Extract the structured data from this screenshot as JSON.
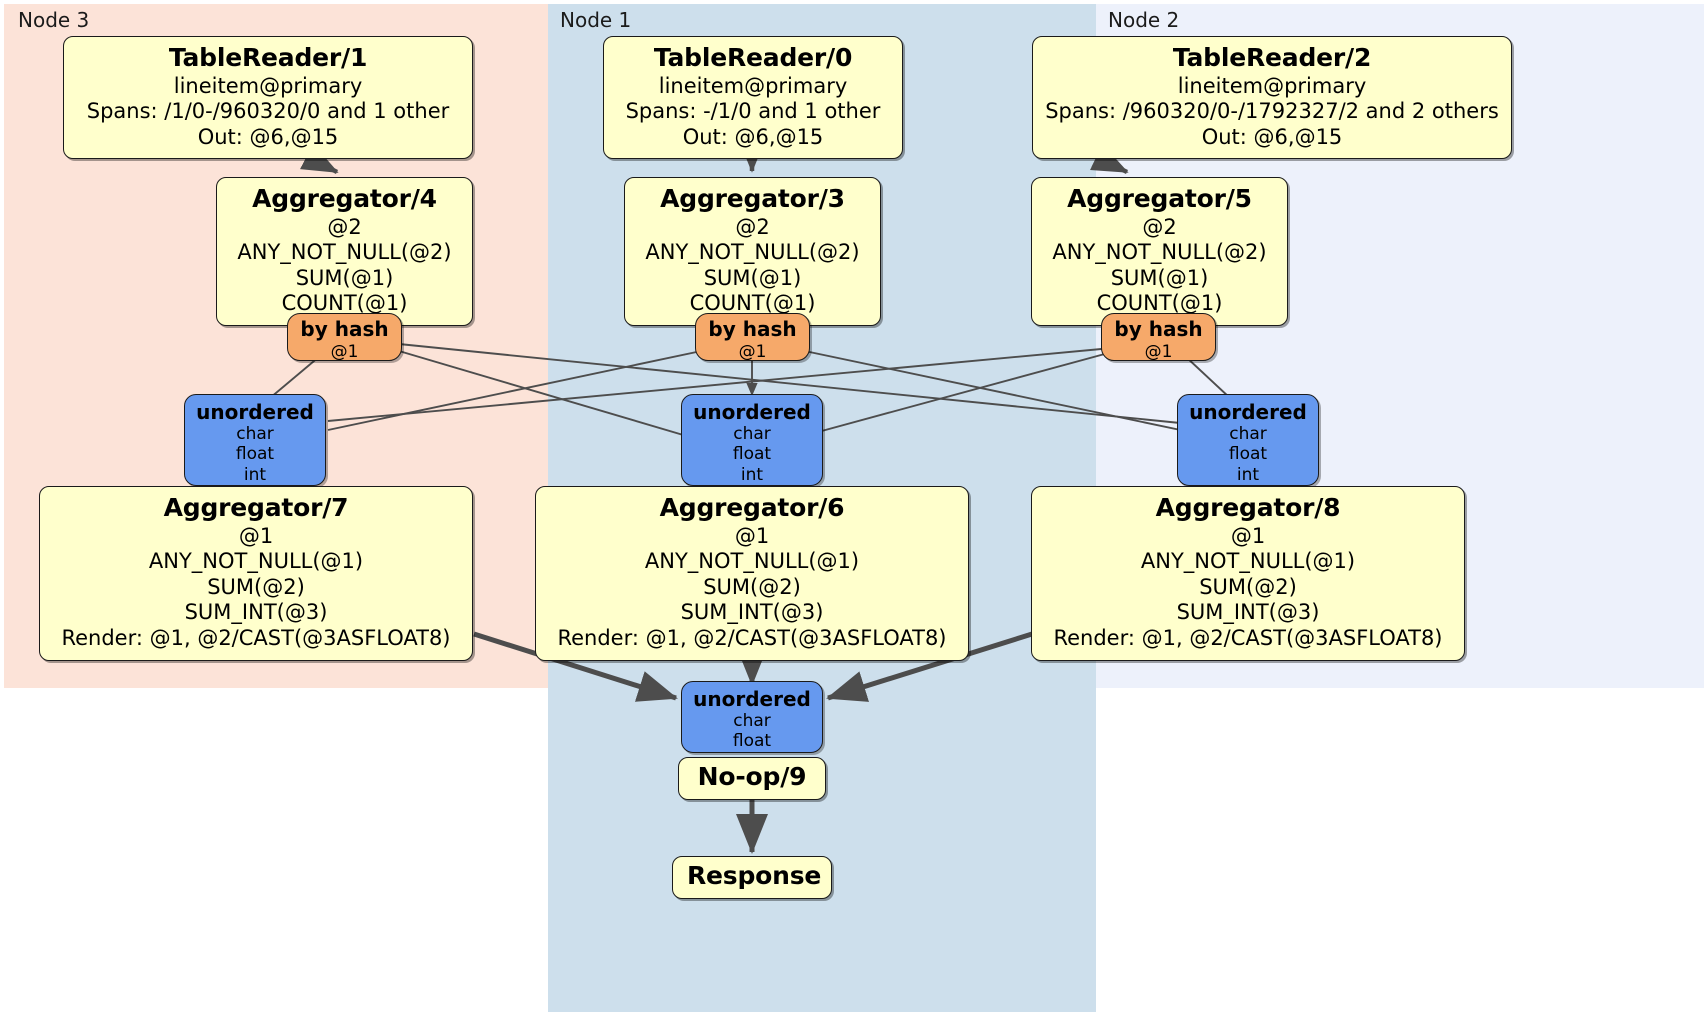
{
  "diagram": {
    "title": "Distributed SQL query physical plan",
    "colors": {
      "node3_bg": "#fce3d8",
      "node1_bg": "#cddfec",
      "node2_bg": "#edf1fb",
      "processor_bg": "#ffffcc",
      "router_bg": "#f6a96a",
      "receiver_bg": "#6699ef",
      "edge": "#4d4d4d",
      "border": "#1a1a1a"
    }
  },
  "regions": [
    {
      "id": "node3",
      "label": "Node 3"
    },
    {
      "id": "node1",
      "label": "Node 1"
    },
    {
      "id": "node2",
      "label": "Node 2"
    }
  ],
  "processors": {
    "tablereader1": {
      "title": "TableReader/1",
      "lines": [
        "lineitem@primary",
        "Spans: /1/0-/960320/0 and 1 other",
        "Out: @6,@15"
      ]
    },
    "tablereader0": {
      "title": "TableReader/0",
      "lines": [
        "lineitem@primary",
        "Spans: -/1/0 and 1 other",
        "Out: @6,@15"
      ]
    },
    "tablereader2": {
      "title": "TableReader/2",
      "lines": [
        "lineitem@primary",
        "Spans: /960320/0-/1792327/2 and 2 others",
        "Out: @6,@15"
      ]
    },
    "aggregator4": {
      "title": "Aggregator/4",
      "lines": [
        "@2",
        "ANY_NOT_NULL(@2)",
        "SUM(@1)",
        "COUNT(@1)"
      ]
    },
    "aggregator3": {
      "title": "Aggregator/3",
      "lines": [
        "@2",
        "ANY_NOT_NULL(@2)",
        "SUM(@1)",
        "COUNT(@1)"
      ]
    },
    "aggregator5": {
      "title": "Aggregator/5",
      "lines": [
        "@2",
        "ANY_NOT_NULL(@2)",
        "SUM(@1)",
        "COUNT(@1)"
      ]
    },
    "aggregator7": {
      "title": "Aggregator/7",
      "lines": [
        "@1",
        "ANY_NOT_NULL(@1)",
        "SUM(@2)",
        "SUM_INT(@3)",
        "Render: @1, @2/CAST(@3ASFLOAT8)"
      ]
    },
    "aggregator6": {
      "title": "Aggregator/6",
      "lines": [
        "@1",
        "ANY_NOT_NULL(@1)",
        "SUM(@2)",
        "SUM_INT(@3)",
        "Render: @1, @2/CAST(@3ASFLOAT8)"
      ]
    },
    "aggregator8": {
      "title": "Aggregator/8",
      "lines": [
        "@1",
        "ANY_NOT_NULL(@1)",
        "SUM(@2)",
        "SUM_INT(@3)",
        "Render: @1, @2/CAST(@3ASFLOAT8)"
      ]
    },
    "noop9": {
      "title": "No-op/9",
      "lines": []
    },
    "response": {
      "title": "Response",
      "lines": []
    }
  },
  "routers": {
    "hash_left": {
      "title": "by hash",
      "detail": "@1"
    },
    "hash_middle": {
      "title": "by hash",
      "detail": "@1"
    },
    "hash_right": {
      "title": "by hash",
      "detail": "@1"
    }
  },
  "receivers": {
    "recv_left": {
      "title": "unordered",
      "lines": [
        "char",
        "float",
        "int"
      ]
    },
    "recv_middle": {
      "title": "unordered",
      "lines": [
        "char",
        "float",
        "int"
      ]
    },
    "recv_right": {
      "title": "unordered",
      "lines": [
        "char",
        "float",
        "int"
      ]
    },
    "recv_final": {
      "title": "unordered",
      "lines": [
        "char",
        "float"
      ]
    }
  }
}
